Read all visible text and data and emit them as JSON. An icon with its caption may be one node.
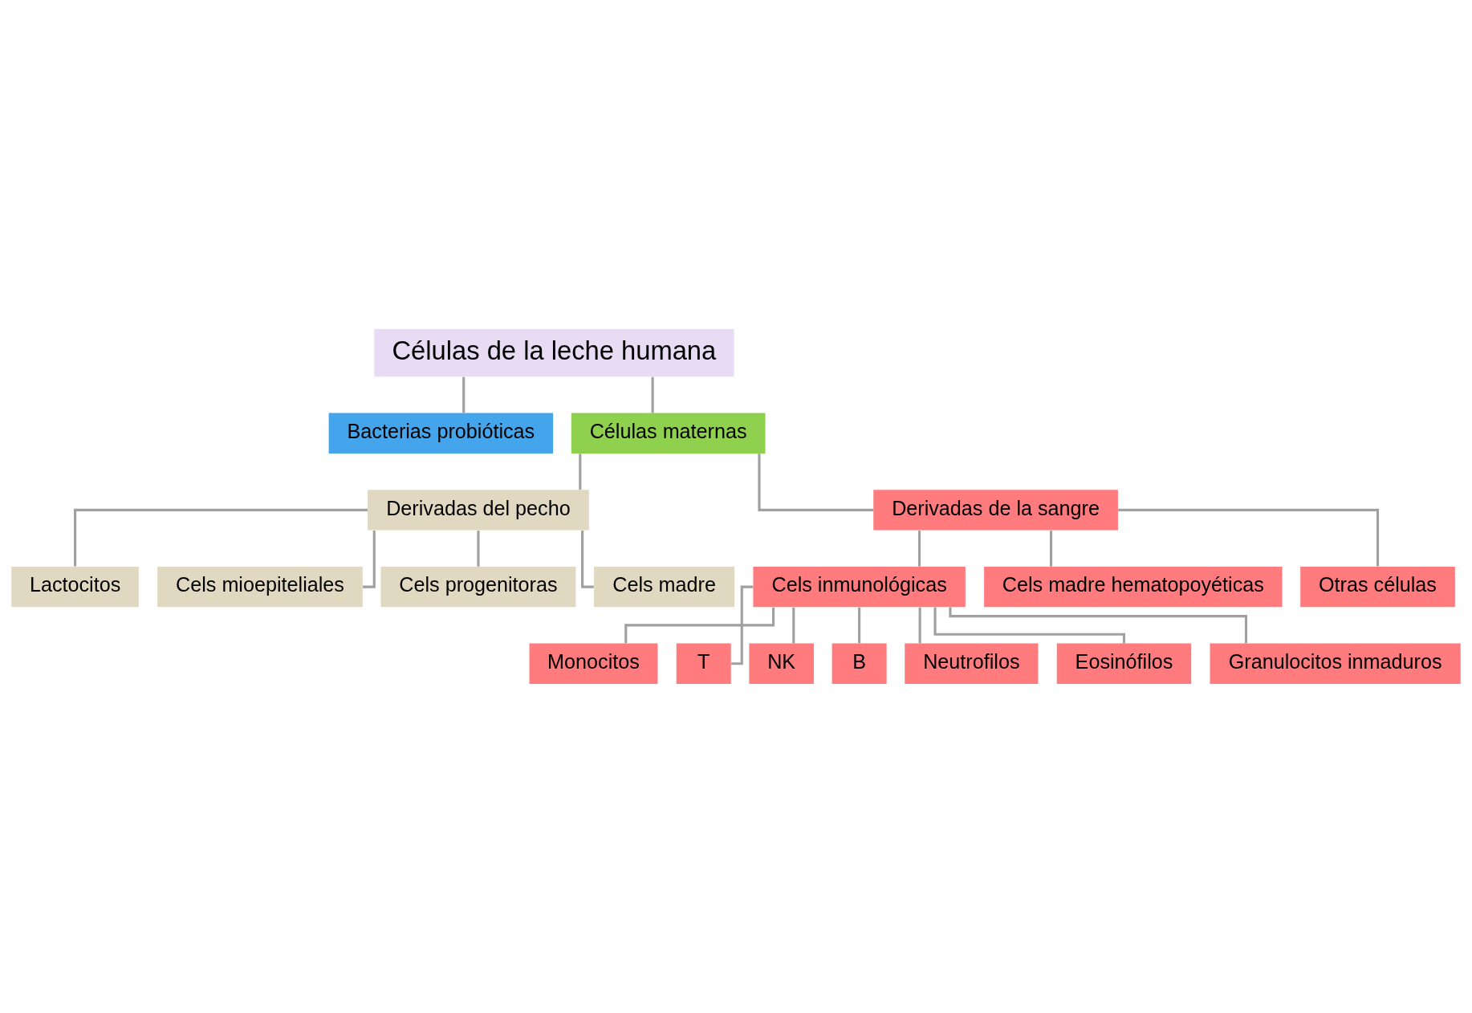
{
  "diagram": {
    "nodes": [
      {
        "text": [
          "Células de la leche humana"
        ]
      },
      {
        "text": [
          "Bacterias probióticas"
        ]
      },
      {
        "text": [
          "Células maternas"
        ]
      },
      {
        "text": [
          "Derivadas del pecho"
        ]
      },
      {
        "text": [
          "Derivadas de la sangre"
        ]
      },
      {
        "text": [
          "Lactocitos"
        ]
      },
      {
        "text": [
          "Cels mioepiteliales"
        ]
      },
      {
        "text": [
          "Cels progenitoras"
        ]
      },
      {
        "text": [
          "Cels madre"
        ]
      },
      {
        "text": [
          "Cels inmunológicas"
        ]
      },
      {
        "text": [
          "Cels madre hematopoyéticas"
        ]
      },
      {
        "text": [
          "Otras células"
        ]
      },
      {
        "text": [
          "Monocitos"
        ]
      },
      {
        "text": [
          "T"
        ]
      },
      {
        "text": [
          "NK"
        ]
      },
      {
        "text": [
          "B"
        ]
      },
      {
        "text": [
          "Neutrofilos"
        ]
      },
      {
        "text": [
          "Eosinófilos"
        ]
      },
      {
        "text": [
          "Granulocitos inmaduros"
        ]
      }
    ],
    "edges": [
      {
        "from": 0,
        "to": 1,
        "arrow": "none"
      },
      {
        "from": 0,
        "to": 2,
        "arrow": "none"
      },
      {
        "from": 2,
        "to": 3,
        "arrow": "none"
      },
      {
        "from": 2,
        "to": 4,
        "arrow": "none"
      },
      {
        "from": 3,
        "to": 5,
        "arrow": "none"
      },
      {
        "from": 3,
        "to": 6,
        "arrow": "none"
      },
      {
        "from": 3,
        "to": 7,
        "arrow": "none"
      },
      {
        "from": 3,
        "to": 8,
        "arrow": "none"
      },
      {
        "from": 4,
        "to": 9,
        "arrow": "none"
      },
      {
        "from": 4,
        "to": 10,
        "arrow": "none"
      },
      {
        "from": 4,
        "to": 11,
        "arrow": "none"
      },
      {
        "from": 9,
        "to": 12,
        "arrow": "none"
      },
      {
        "from": 9,
        "to": 13,
        "arrow": "none"
      },
      {
        "from": 9,
        "to": 14,
        "arrow": "none"
      },
      {
        "from": 9,
        "to": 15,
        "arrow": "none"
      },
      {
        "from": 9,
        "to": 16,
        "arrow": "none"
      },
      {
        "from": 9,
        "to": 17,
        "arrow": "none"
      },
      {
        "from": 9,
        "to": 18,
        "arrow": "none"
      }
    ]
  }
}
